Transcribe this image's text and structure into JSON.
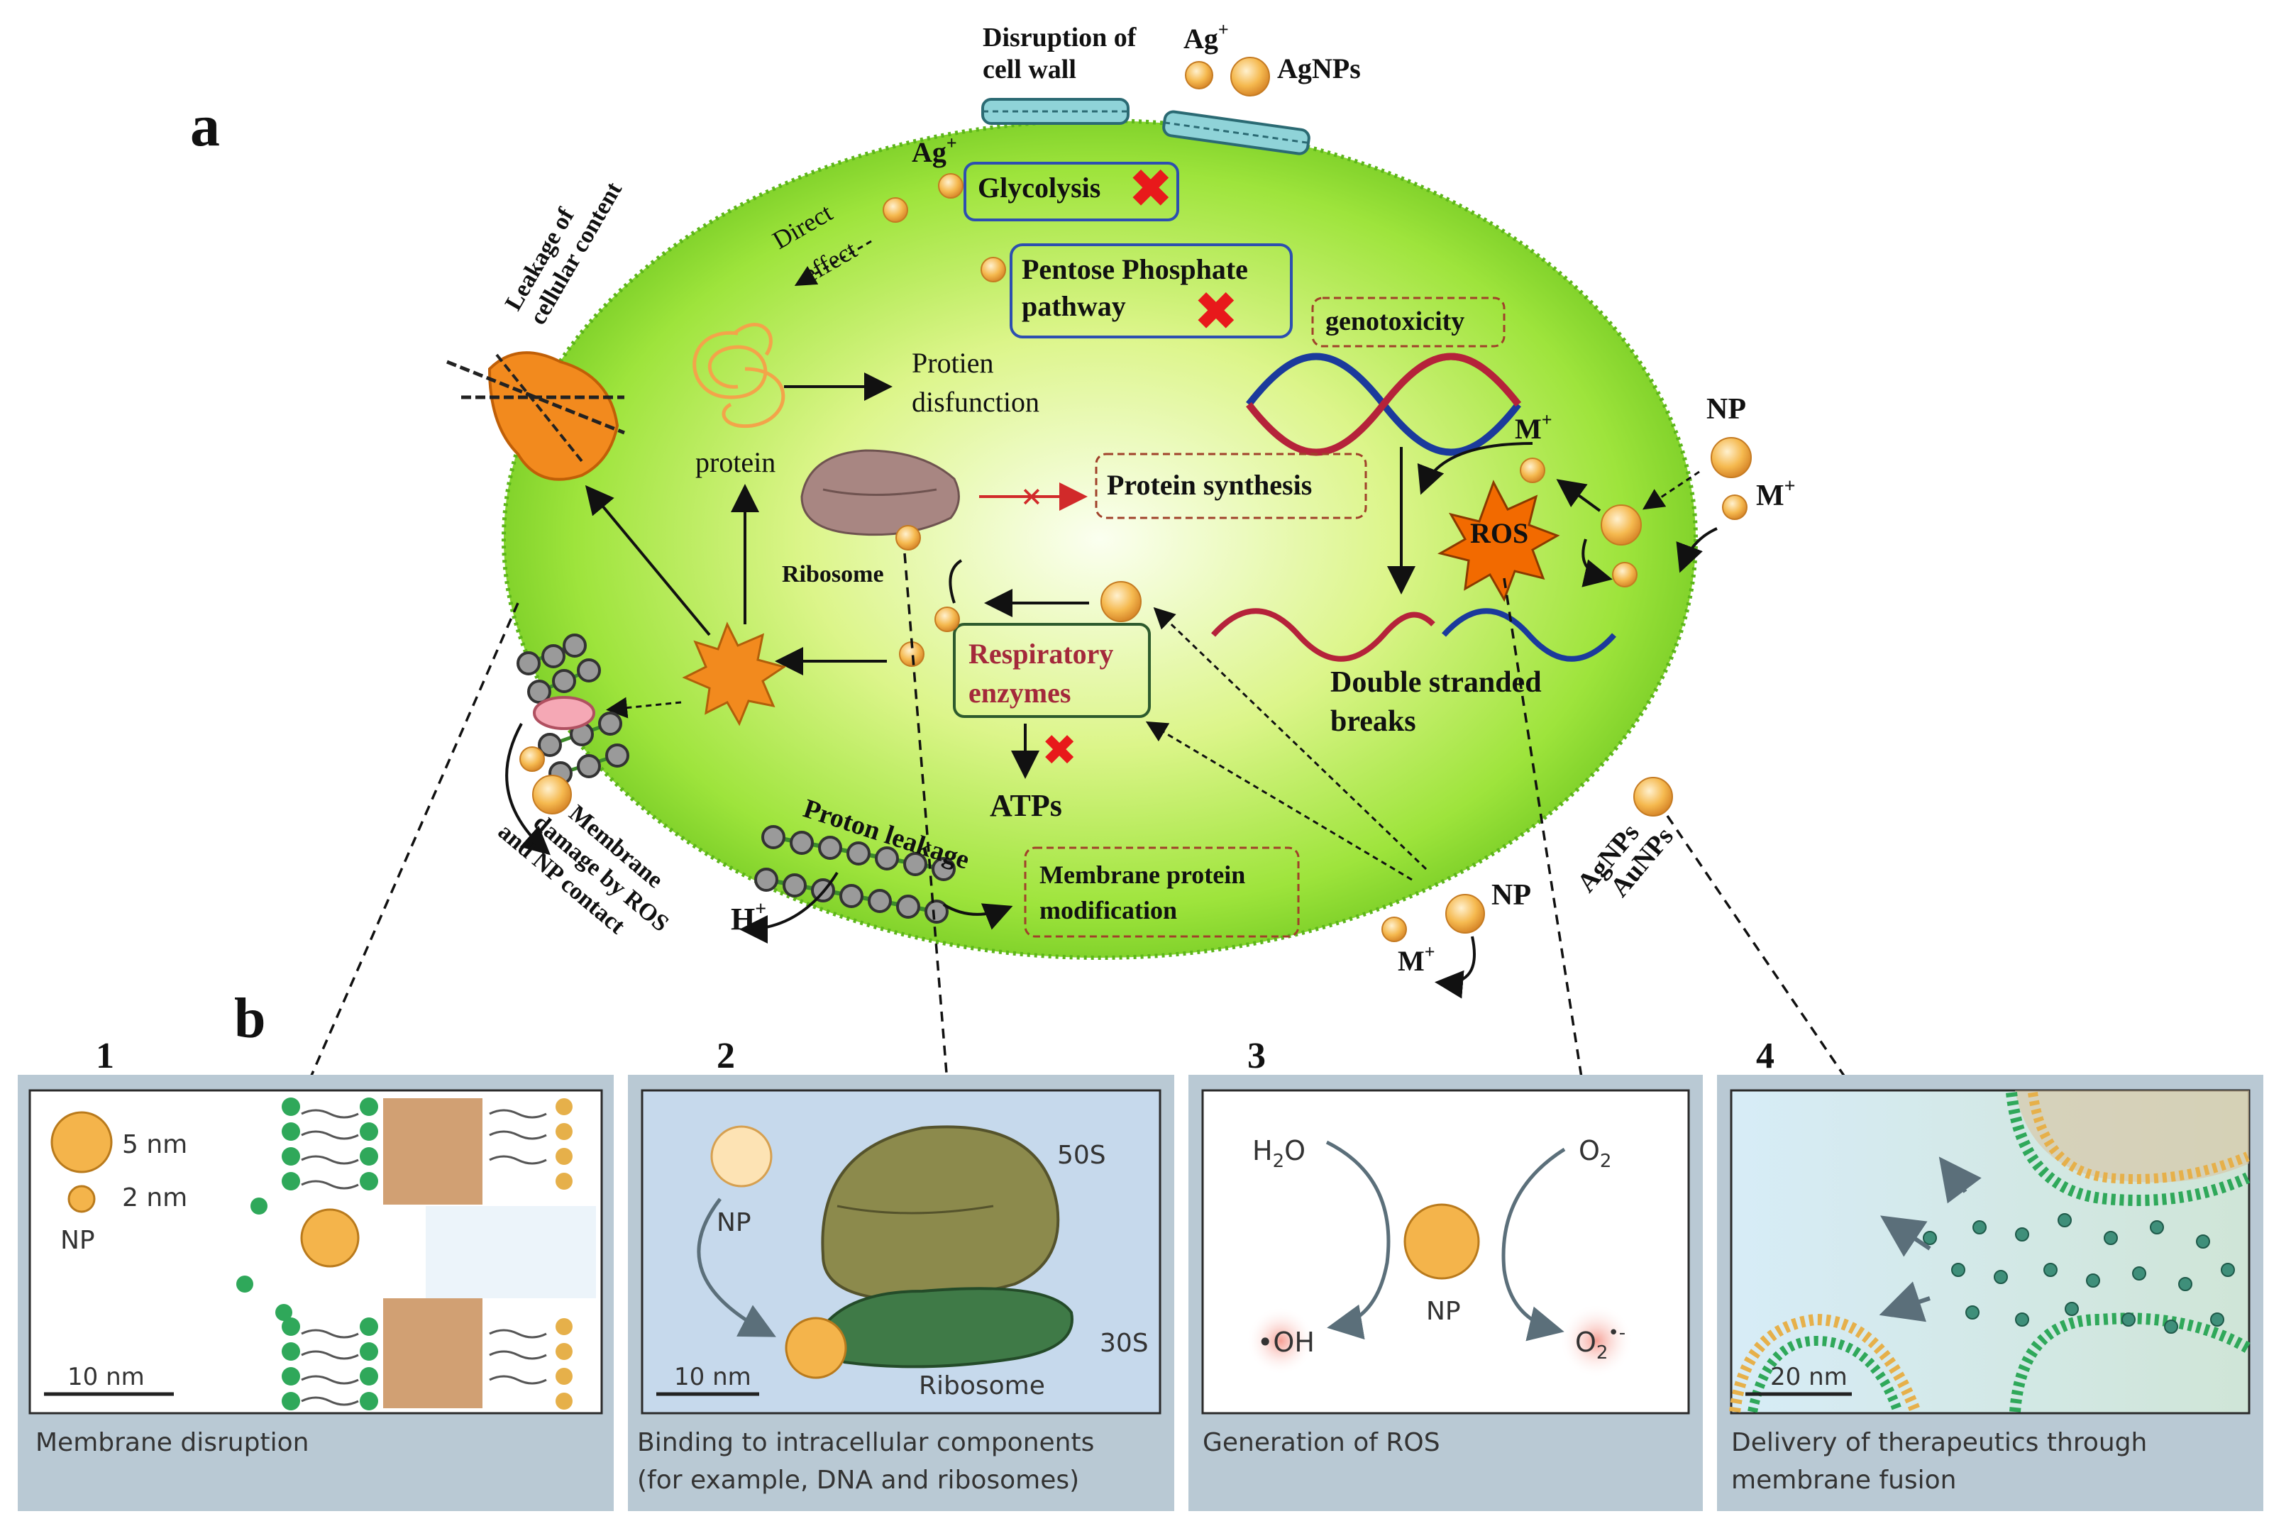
{
  "panel_a": {
    "letter": "a",
    "cell_wall_label": [
      "Disruption of",
      "cell wall"
    ],
    "ag_ion": "Ag",
    "ag_ion_sup": "+",
    "agnps_top": "AgNPs",
    "ag_ion2": "Ag",
    "ag_ion2_sup": "+",
    "glycolysis": "Glycolysis",
    "pentose": [
      "Pentose Phosphate",
      "pathway"
    ],
    "direct": "Direct",
    "effect": "effect",
    "leakage": [
      "Leakage of",
      "cellular content"
    ],
    "protien": [
      "Protien",
      "disfunction"
    ],
    "protein": "protein",
    "genotoxicity": "genotoxicity",
    "protein_synthesis": "Protein synthesis",
    "ribosome": "Ribosome",
    "respiratory": [
      "Respiratory",
      "enzymes"
    ],
    "atps": "ATPs",
    "ros": "ROS",
    "np_right": "NP",
    "m_ion": "M",
    "m_sup": "+",
    "double_stranded": [
      "Double stranded",
      "breaks"
    ],
    "membrane_damage": [
      "Membrane",
      "damage by ROS",
      "and NP contact"
    ],
    "proton_leakage": "Proton leakage",
    "h_ion": "H",
    "h_sup": "+",
    "membrane_protein": [
      "Membrane protein",
      "modification"
    ],
    "np_bottom": "NP",
    "agnps_aunps": [
      "AgNPs",
      "AuNPs"
    ]
  },
  "panel_b": {
    "letter": "b",
    "panels": [
      {
        "num": "1",
        "caption": [
          "Membrane disruption"
        ],
        "legend_5": "5 nm",
        "legend_2": "2 nm",
        "legend_np": "NP",
        "scale": "10 nm"
      },
      {
        "num": "2",
        "caption": [
          "Binding to intracellular components",
          "(for example, DNA and ribosomes)"
        ],
        "np": "NP",
        "s50": "50S",
        "s30": "30S",
        "ribosome": "Ribosome",
        "scale": "10 nm"
      },
      {
        "num": "3",
        "caption": [
          "Generation of ROS"
        ],
        "h2o": "H",
        "h2o_sub": "2",
        "h2o_o": "O",
        "o2": "O",
        "o2_sub": "2",
        "oh": "•OH",
        "np": "NP",
        "o2m": "O",
        "o2m_sub": "2",
        "o2m_sup": "•-"
      },
      {
        "num": "4",
        "caption": [
          "Delivery of therapeutics through",
          "membrane fusion"
        ],
        "scale": "20 nm"
      }
    ]
  },
  "colors": {
    "cell_green": "#7fd62a",
    "np_orange": "#f2b34e",
    "ros_orange": "#f26a00",
    "x_red": "#e8191b"
  }
}
